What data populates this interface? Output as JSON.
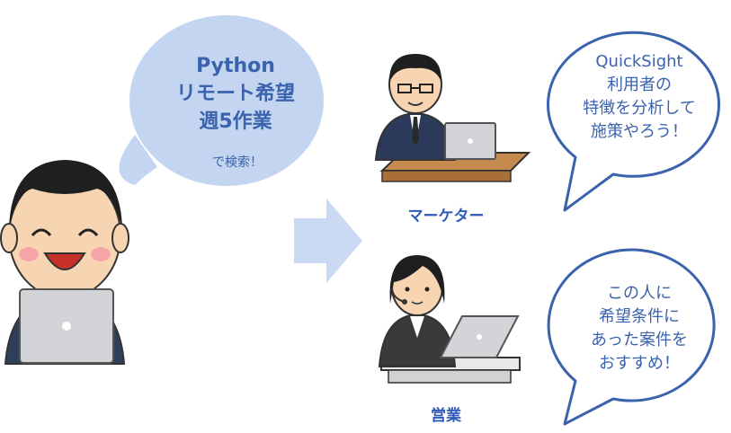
{
  "left_bubble": {
    "lines": [
      "Python",
      "リモート希望",
      "週5作業"
    ],
    "subtext": "で検索！"
  },
  "marketer": {
    "label": "マーケター",
    "bubble_lines": [
      "QuickSight",
      "利用者の",
      "特徴を分析して",
      "施策やろう！"
    ]
  },
  "sales": {
    "label": "営業",
    "bubble_lines": [
      "この人に",
      "希望条件に",
      "あった案件を",
      "おすすめ！"
    ]
  },
  "colors": {
    "bubble_fill": "#c3d5f0",
    "arrow_fill": "#c9daf2",
    "outline_bubble": "#3a62ad",
    "text_blue": "#3a62ad"
  }
}
